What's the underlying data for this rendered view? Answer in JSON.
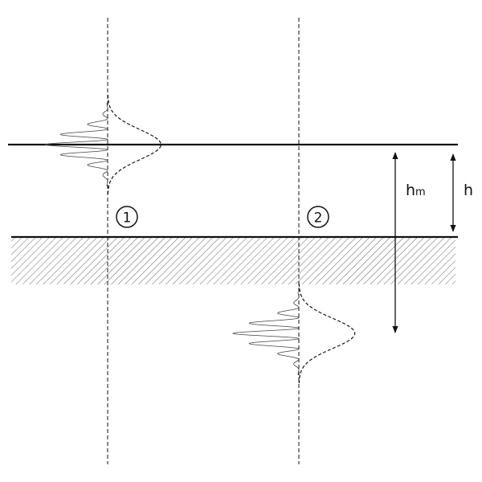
{
  "markers": [
    {
      "label": "1"
    },
    {
      "label": "2"
    }
  ],
  "dimensions": {
    "h_main": "h",
    "h_sub": "m",
    "h_label": "h"
  },
  "colors": {
    "line": "#111111",
    "hatch": "#555555",
    "background": "#ffffff"
  }
}
